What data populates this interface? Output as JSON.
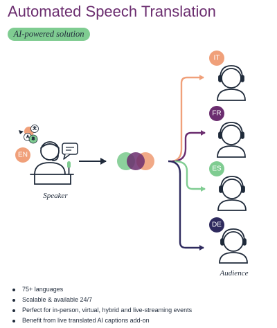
{
  "title": "Automated Speech Translation",
  "badge": "AI-powered solution",
  "speaker": {
    "language": "EN",
    "caption": "Speaker",
    "mini_icons": [
      "文",
      "A",
      "あ"
    ]
  },
  "audience": {
    "caption": "Audience",
    "members": [
      {
        "language": "IT",
        "color": "#f0a07a"
      },
      {
        "language": "FR",
        "color": "#6b2d6f"
      },
      {
        "language": "ES",
        "color": "#7fcc91"
      },
      {
        "language": "DE",
        "color": "#2e2a5e"
      }
    ]
  },
  "colors": {
    "title": "#6b2d6f",
    "badge": "#7fcc91",
    "orange": "#f0a07a",
    "purple": "#6b2d6f",
    "green": "#7fcc91",
    "navy": "#2e2a5e",
    "icon_stroke": "#1f2a3a"
  },
  "icons": [
    "person-headset-icon",
    "speech-bubble-icon",
    "microphone-icon",
    "translation-bubbles-icon",
    "ai-engine-icon",
    "arrow-right-icon",
    "branch-arrow-icon"
  ],
  "features": [
    "75+ languages",
    "Scalable & available 24/7",
    "Perfect for in-person, virtual, hybrid and live-streaming events",
    "Benefit from live translated AI captions add-on"
  ]
}
